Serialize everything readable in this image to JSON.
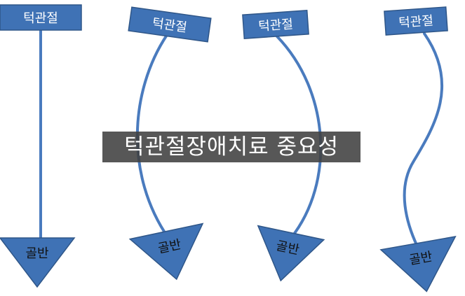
{
  "colors": {
    "fill": "#3F72B5",
    "stroke": "#2F5688",
    "line": "#4A7BBE"
  },
  "figures": [
    {
      "top_label": "턱관절",
      "bottom_label": "골반"
    },
    {
      "top_label": "턱관절",
      "bottom_label": "골반"
    },
    {
      "top_label": "턱관절",
      "bottom_label": "골반"
    },
    {
      "top_label": "턱관절",
      "bottom_label": "골반"
    }
  ],
  "overlay": {
    "title": "턱관절장애치료 중요성"
  }
}
